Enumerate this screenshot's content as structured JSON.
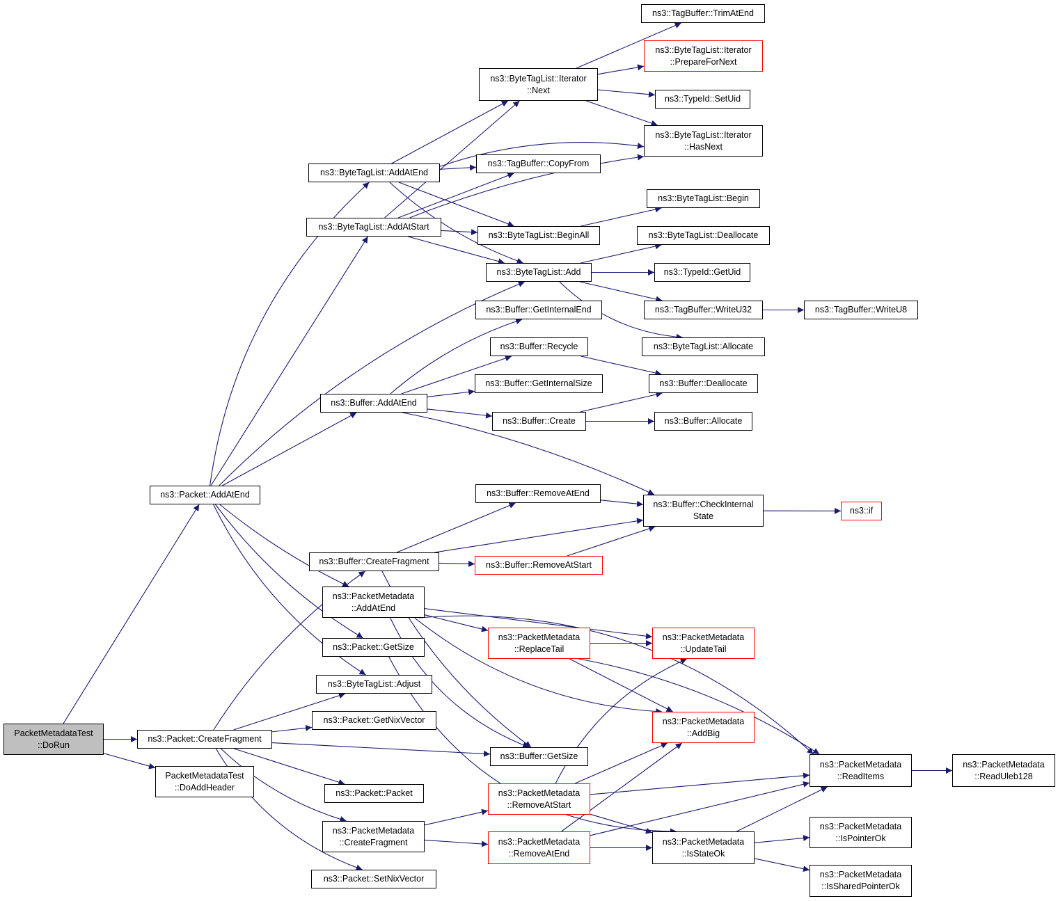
{
  "colors": {
    "edge": "#191970",
    "border": "#000000",
    "link_border": "#ff0000",
    "root_fill": "#bfbfbf"
  },
  "nodes": [
    {
      "id": "root",
      "lines": [
        "PacketMetadataTest",
        "::DoRun"
      ],
      "style": "root"
    },
    {
      "id": "doaddheader",
      "lines": [
        "PacketMetadataTest",
        "::DoAddHeader"
      ],
      "style": "normal"
    },
    {
      "id": "packet_addatend",
      "lines": [
        "ns3::Packet::AddAtEnd"
      ],
      "style": "normal"
    },
    {
      "id": "packet_createfragment",
      "lines": [
        "ns3::Packet::CreateFragment"
      ],
      "style": "normal"
    },
    {
      "id": "btl_addatend",
      "lines": [
        "ns3::ByteTagList::AddAtEnd"
      ],
      "style": "normal"
    },
    {
      "id": "btl_addatstart",
      "lines": [
        "ns3::ByteTagList::AddAtStart"
      ],
      "style": "normal"
    },
    {
      "id": "buffer_addatend",
      "lines": [
        "ns3::Buffer::AddAtEnd"
      ],
      "style": "normal"
    },
    {
      "id": "buffer_createfragment",
      "lines": [
        "ns3::Buffer::CreateFragment"
      ],
      "style": "normal"
    },
    {
      "id": "pm_addatend",
      "lines": [
        "ns3::PacketMetadata",
        "::AddAtEnd"
      ],
      "style": "normal"
    },
    {
      "id": "packet_getsize",
      "lines": [
        "ns3::Packet::GetSize"
      ],
      "style": "normal"
    },
    {
      "id": "btl_adjust",
      "lines": [
        "ns3::ByteTagList::Adjust"
      ],
      "style": "normal"
    },
    {
      "id": "packet_getnixvector",
      "lines": [
        "ns3::Packet::GetNixVector"
      ],
      "style": "normal"
    },
    {
      "id": "packet_packet",
      "lines": [
        "ns3::Packet::Packet"
      ],
      "style": "normal"
    },
    {
      "id": "pm_createfragment",
      "lines": [
        "ns3::PacketMetadata",
        "::CreateFragment"
      ],
      "style": "normal"
    },
    {
      "id": "packet_setnixvector",
      "lines": [
        "ns3::Packet::SetNixVector"
      ],
      "style": "normal"
    },
    {
      "id": "iter_next",
      "lines": [
        "ns3::ByteTagList::Iterator",
        "::Next"
      ],
      "style": "normal"
    },
    {
      "id": "tb_copyfrom",
      "lines": [
        "ns3::TagBuffer::CopyFrom"
      ],
      "style": "normal"
    },
    {
      "id": "btl_beginall",
      "lines": [
        "ns3::ByteTagList::BeginAll"
      ],
      "style": "normal"
    },
    {
      "id": "btl_add",
      "lines": [
        "ns3::ByteTagList::Add"
      ],
      "style": "normal"
    },
    {
      "id": "buf_getinternalend",
      "lines": [
        "ns3::Buffer::GetInternalEnd"
      ],
      "style": "normal"
    },
    {
      "id": "buf_recycle",
      "lines": [
        "ns3::Buffer::Recycle"
      ],
      "style": "normal"
    },
    {
      "id": "buf_getinternalsize",
      "lines": [
        "ns3::Buffer::GetInternalSize"
      ],
      "style": "normal"
    },
    {
      "id": "buf_create",
      "lines": [
        "ns3::Buffer::Create"
      ],
      "style": "normal"
    },
    {
      "id": "buf_removeatend",
      "lines": [
        "ns3::Buffer::RemoveAtEnd"
      ],
      "style": "normal"
    },
    {
      "id": "buf_removeatstart",
      "lines": [
        "ns3::Buffer::RemoveAtStart"
      ],
      "style": "link"
    },
    {
      "id": "pm_replacetail",
      "lines": [
        "ns3::PacketMetadata",
        "::ReplaceTail"
      ],
      "style": "link"
    },
    {
      "id": "buf_getsize",
      "lines": [
        "ns3::Buffer::GetSize"
      ],
      "style": "normal"
    },
    {
      "id": "pm_removeatstart",
      "lines": [
        "ns3::PacketMetadata",
        "::RemoveAtStart"
      ],
      "style": "link"
    },
    {
      "id": "pm_removeatend",
      "lines": [
        "ns3::PacketMetadata",
        "::RemoveAtEnd"
      ],
      "style": "link"
    },
    {
      "id": "tb_trimatend",
      "lines": [
        "ns3::TagBuffer::TrimAtEnd"
      ],
      "style": "normal"
    },
    {
      "id": "iter_prepare",
      "lines": [
        "ns3::ByteTagList::Iterator",
        "::PrepareForNext"
      ],
      "style": "link"
    },
    {
      "id": "typeid_setuid",
      "lines": [
        "ns3::TypeId::SetUid"
      ],
      "style": "normal"
    },
    {
      "id": "iter_hasnext",
      "lines": [
        "ns3::ByteTagList::Iterator",
        "::HasNext"
      ],
      "style": "normal"
    },
    {
      "id": "btl_begin",
      "lines": [
        "ns3::ByteTagList::Begin"
      ],
      "style": "normal"
    },
    {
      "id": "btl_deallocate",
      "lines": [
        "ns3::ByteTagList::Deallocate"
      ],
      "style": "normal"
    },
    {
      "id": "typeid_getuid",
      "lines": [
        "ns3::TypeId::GetUid"
      ],
      "style": "normal"
    },
    {
      "id": "tb_writeu32",
      "lines": [
        "ns3::TagBuffer::WriteU32"
      ],
      "style": "normal"
    },
    {
      "id": "btl_allocate",
      "lines": [
        "ns3::ByteTagList::Allocate"
      ],
      "style": "normal"
    },
    {
      "id": "buf_deallocate",
      "lines": [
        "ns3::Buffer::Deallocate"
      ],
      "style": "normal"
    },
    {
      "id": "buf_allocate",
      "lines": [
        "ns3::Buffer::Allocate"
      ],
      "style": "normal"
    },
    {
      "id": "buf_checkinternalstate",
      "lines": [
        "ns3::Buffer::CheckInternal",
        "State"
      ],
      "style": "normal"
    },
    {
      "id": "pm_updatetail",
      "lines": [
        "ns3::PacketMetadata",
        "::UpdateTail"
      ],
      "style": "link"
    },
    {
      "id": "pm_addbig",
      "lines": [
        "ns3::PacketMetadata",
        "::AddBig"
      ],
      "style": "link"
    },
    {
      "id": "pm_readitems",
      "lines": [
        "ns3::PacketMetadata",
        "::ReadItems"
      ],
      "style": "normal"
    },
    {
      "id": "pm_isstateok",
      "lines": [
        "ns3::PacketMetadata",
        "::IsStateOk"
      ],
      "style": "normal"
    },
    {
      "id": "pm_ispointerok",
      "lines": [
        "ns3::PacketMetadata",
        "::IsPointerOk"
      ],
      "style": "normal"
    },
    {
      "id": "pm_issharedpointerok",
      "lines": [
        "ns3::PacketMetadata",
        "::IsSharedPointerOk"
      ],
      "style": "normal"
    },
    {
      "id": "tb_writeu8",
      "lines": [
        "ns3::TagBuffer::WriteU8"
      ],
      "style": "normal"
    },
    {
      "id": "ns3_if",
      "lines": [
        "ns3::if"
      ],
      "style": "link"
    },
    {
      "id": "pm_readuleb128",
      "lines": [
        "ns3::PacketMetadata",
        "::ReadUleb128"
      ],
      "style": "normal"
    }
  ],
  "edges": [
    [
      "root",
      "packet_addatend"
    ],
    [
      "root",
      "packet_createfragment"
    ],
    [
      "root",
      "doaddheader"
    ],
    [
      "packet_addatend",
      "btl_addatend"
    ],
    [
      "packet_addatend",
      "btl_addatstart"
    ],
    [
      "packet_addatend",
      "btl_add"
    ],
    [
      "packet_addatend",
      "buffer_addatend"
    ],
    [
      "packet_addatend",
      "pm_addatend"
    ],
    [
      "packet_addatend",
      "packet_getsize"
    ],
    [
      "packet_addatend",
      "btl_adjust"
    ],
    [
      "packet_createfragment",
      "buffer_createfragment"
    ],
    [
      "packet_createfragment",
      "btl_adjust"
    ],
    [
      "packet_createfragment",
      "packet_getnixvector"
    ],
    [
      "packet_createfragment",
      "buf_getsize"
    ],
    [
      "packet_createfragment",
      "packet_packet"
    ],
    [
      "packet_createfragment",
      "pm_createfragment"
    ],
    [
      "packet_createfragment",
      "packet_setnixvector"
    ],
    [
      "btl_addatend",
      "iter_next"
    ],
    [
      "btl_addatend",
      "iter_hasnext"
    ],
    [
      "btl_addatend",
      "tb_copyfrom"
    ],
    [
      "btl_addatend",
      "btl_beginall"
    ],
    [
      "btl_addatend",
      "btl_add"
    ],
    [
      "btl_addatstart",
      "iter_next"
    ],
    [
      "btl_addatstart",
      "tb_copyfrom"
    ],
    [
      "btl_addatstart",
      "iter_hasnext"
    ],
    [
      "btl_addatstart",
      "btl_beginall"
    ],
    [
      "btl_addatstart",
      "btl_add"
    ],
    [
      "iter_next",
      "tb_trimatend"
    ],
    [
      "iter_next",
      "iter_prepare"
    ],
    [
      "iter_next",
      "typeid_setuid"
    ],
    [
      "iter_next",
      "iter_hasnext"
    ],
    [
      "btl_beginall",
      "btl_begin"
    ],
    [
      "btl_add",
      "btl_deallocate"
    ],
    [
      "btl_add",
      "typeid_getuid"
    ],
    [
      "btl_add",
      "tb_writeu32"
    ],
    [
      "btl_add",
      "btl_allocate"
    ],
    [
      "tb_writeu32",
      "tb_writeu8"
    ],
    [
      "buffer_addatend",
      "buf_getinternalend"
    ],
    [
      "buffer_addatend",
      "buf_recycle"
    ],
    [
      "buffer_addatend",
      "buf_getinternalsize"
    ],
    [
      "buffer_addatend",
      "buf_create"
    ],
    [
      "buffer_addatend",
      "buf_checkinternalstate"
    ],
    [
      "buf_recycle",
      "buf_deallocate"
    ],
    [
      "buf_create",
      "buf_deallocate"
    ],
    [
      "buf_create",
      "buf_allocate"
    ],
    [
      "buf_removeatend",
      "buf_checkinternalstate"
    ],
    [
      "buf_checkinternalstate",
      "ns3_if"
    ],
    [
      "buffer_createfragment",
      "buf_removeatend"
    ],
    [
      "buffer_createfragment",
      "buf_checkinternalstate"
    ],
    [
      "buffer_createfragment",
      "buf_removeatstart"
    ],
    [
      "buffer_createfragment",
      "buf_getsize"
    ],
    [
      "buf_removeatstart",
      "buf_checkinternalstate"
    ],
    [
      "pm_addatend",
      "pm_replacetail"
    ],
    [
      "pm_addatend",
      "pm_updatetail"
    ],
    [
      "pm_addatend",
      "pm_readitems"
    ],
    [
      "pm_addatend",
      "pm_addbig"
    ],
    [
      "pm_addatend",
      "buf_getsize"
    ],
    [
      "pm_replacetail",
      "pm_updatetail"
    ],
    [
      "pm_replacetail",
      "pm_readitems"
    ],
    [
      "pm_replacetail",
      "pm_addbig"
    ],
    [
      "packet_getsize",
      "pm_isstateok"
    ],
    [
      "pm_createfragment",
      "pm_removeatstart"
    ],
    [
      "pm_createfragment",
      "pm_removeatend"
    ],
    [
      "pm_removeatstart",
      "pm_updatetail"
    ],
    [
      "pm_removeatstart",
      "pm_addbig"
    ],
    [
      "pm_removeatstart",
      "pm_readitems"
    ],
    [
      "pm_removeatstart",
      "pm_isstateok"
    ],
    [
      "pm_removeatend",
      "pm_addbig"
    ],
    [
      "pm_removeatend",
      "pm_readitems"
    ],
    [
      "pm_removeatend",
      "pm_isstateok"
    ],
    [
      "pm_isstateok",
      "pm_readitems"
    ],
    [
      "pm_isstateok",
      "pm_ispointerok"
    ],
    [
      "pm_isstateok",
      "pm_issharedpointerok"
    ],
    [
      "pm_readitems",
      "pm_readuleb128"
    ]
  ]
}
